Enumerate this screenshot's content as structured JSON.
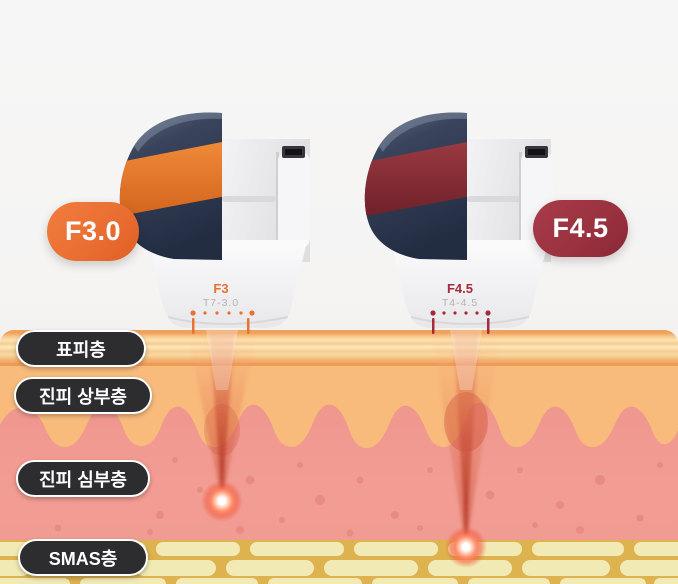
{
  "title": "HIFU cartridge skin-depth infographic",
  "devices": {
    "left": {
      "badge_label": "F3.0",
      "model": "F3",
      "spec": "T7-3.0",
      "accent": "#E8722F",
      "stripe": "#E8772E",
      "badge_bg": "#EA6E33",
      "focal_layer": "진피 심부층"
    },
    "right": {
      "badge_label": "F4.5",
      "model": "F4.5",
      "spec": "T4-4.5",
      "accent": "#A52A3B",
      "stripe": "#8E2E38",
      "badge_bg": "#9B3240",
      "focal_layer": "SMAS층"
    }
  },
  "skin_layers": [
    {
      "id": "epidermis",
      "label": "표피층"
    },
    {
      "id": "upper-dermis",
      "label": "진피 상부층"
    },
    {
      "id": "deep-dermis",
      "label": "진피 심부층"
    },
    {
      "id": "smas",
      "label": "SMAS층"
    }
  ],
  "colors": {
    "background": "#F5F5F5",
    "epidermis": "#F7C98E",
    "upper_dermis": "#F8BB7C",
    "deep_dermis": "#F0998F",
    "smas_bg": "#DDB24F",
    "smas_oval": "#F2EAB4",
    "label_pill_bg": "#2D2D30",
    "label_pill_border": "#FFFFFF",
    "dome_navy": "#333E55",
    "spec_text": "#B7B2AC",
    "beam_red": "#B5372A"
  }
}
